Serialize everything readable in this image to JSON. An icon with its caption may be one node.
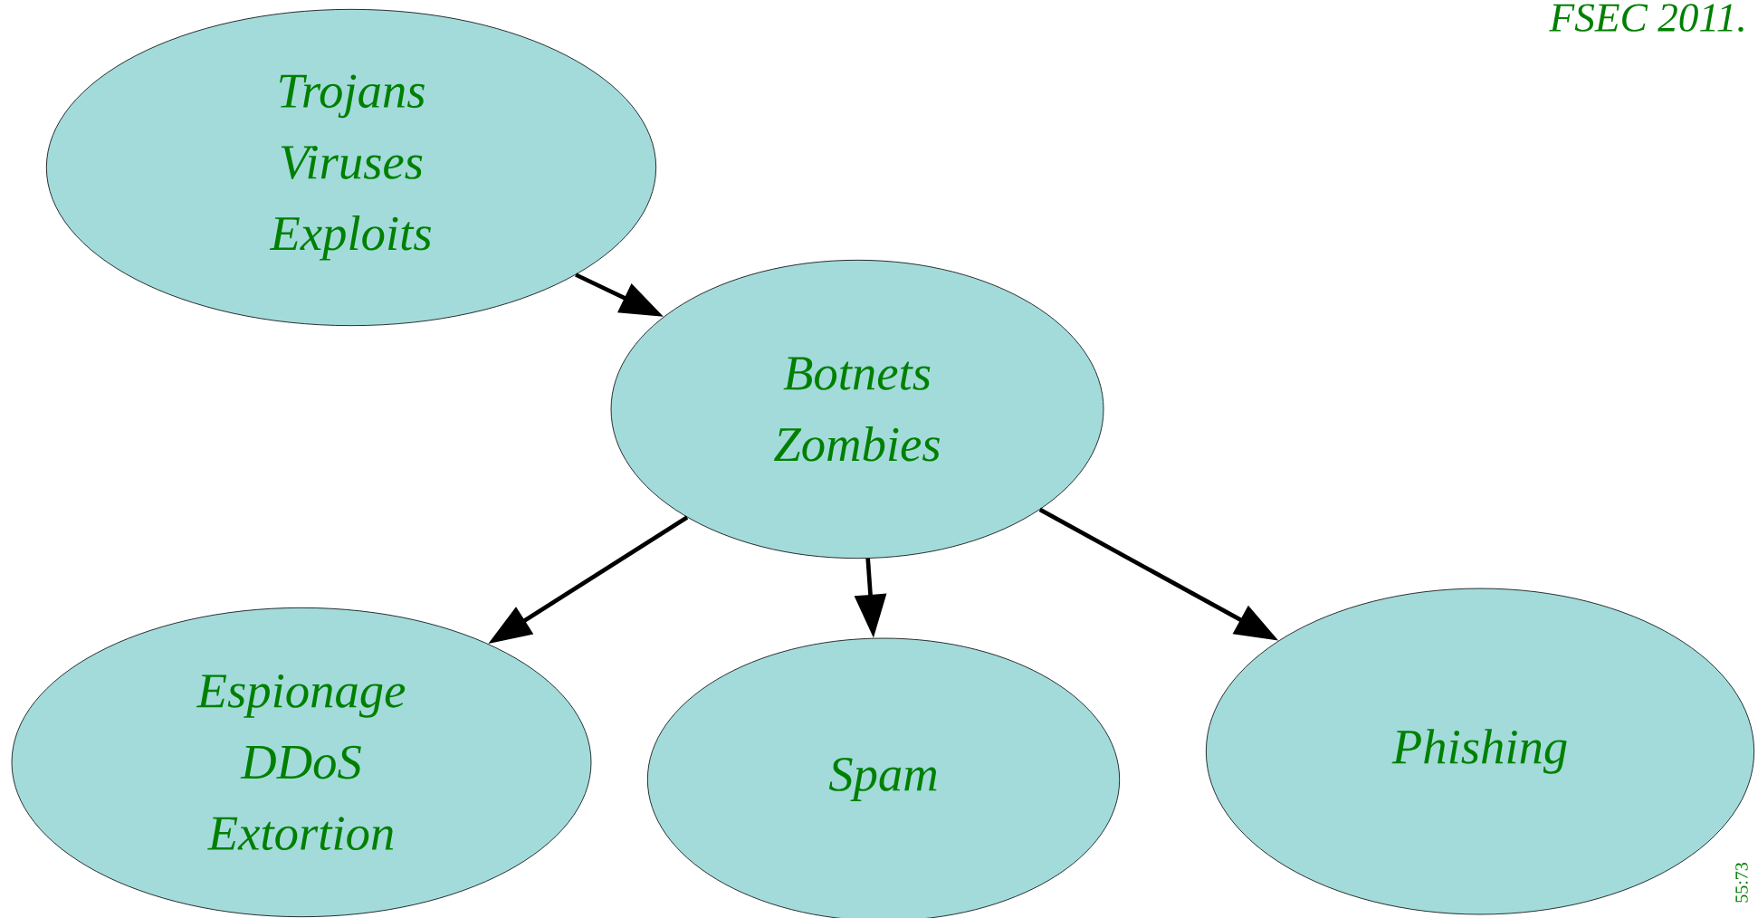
{
  "diagram": {
    "nodes": [
      {
        "text": [
          "Trojans",
          "Viruses",
          "Exploits"
        ]
      },
      {
        "text": [
          "Botnets",
          "Zombies"
        ]
      },
      {
        "text": [
          "Espionage",
          "DDoS",
          "Extortion"
        ]
      },
      {
        "text": [
          "Spam"
        ]
      },
      {
        "text": [
          "Phishing"
        ]
      }
    ],
    "edges": [
      {
        "from": 0,
        "to": 1,
        "arrow": "to"
      },
      {
        "from": 1,
        "to": 2,
        "arrow": "to"
      },
      {
        "from": 1,
        "to": 3,
        "arrow": "to"
      },
      {
        "from": 1,
        "to": 4,
        "arrow": "to"
      }
    ],
    "labels": [
      "FSEC 2011.",
      "55:73"
    ]
  }
}
